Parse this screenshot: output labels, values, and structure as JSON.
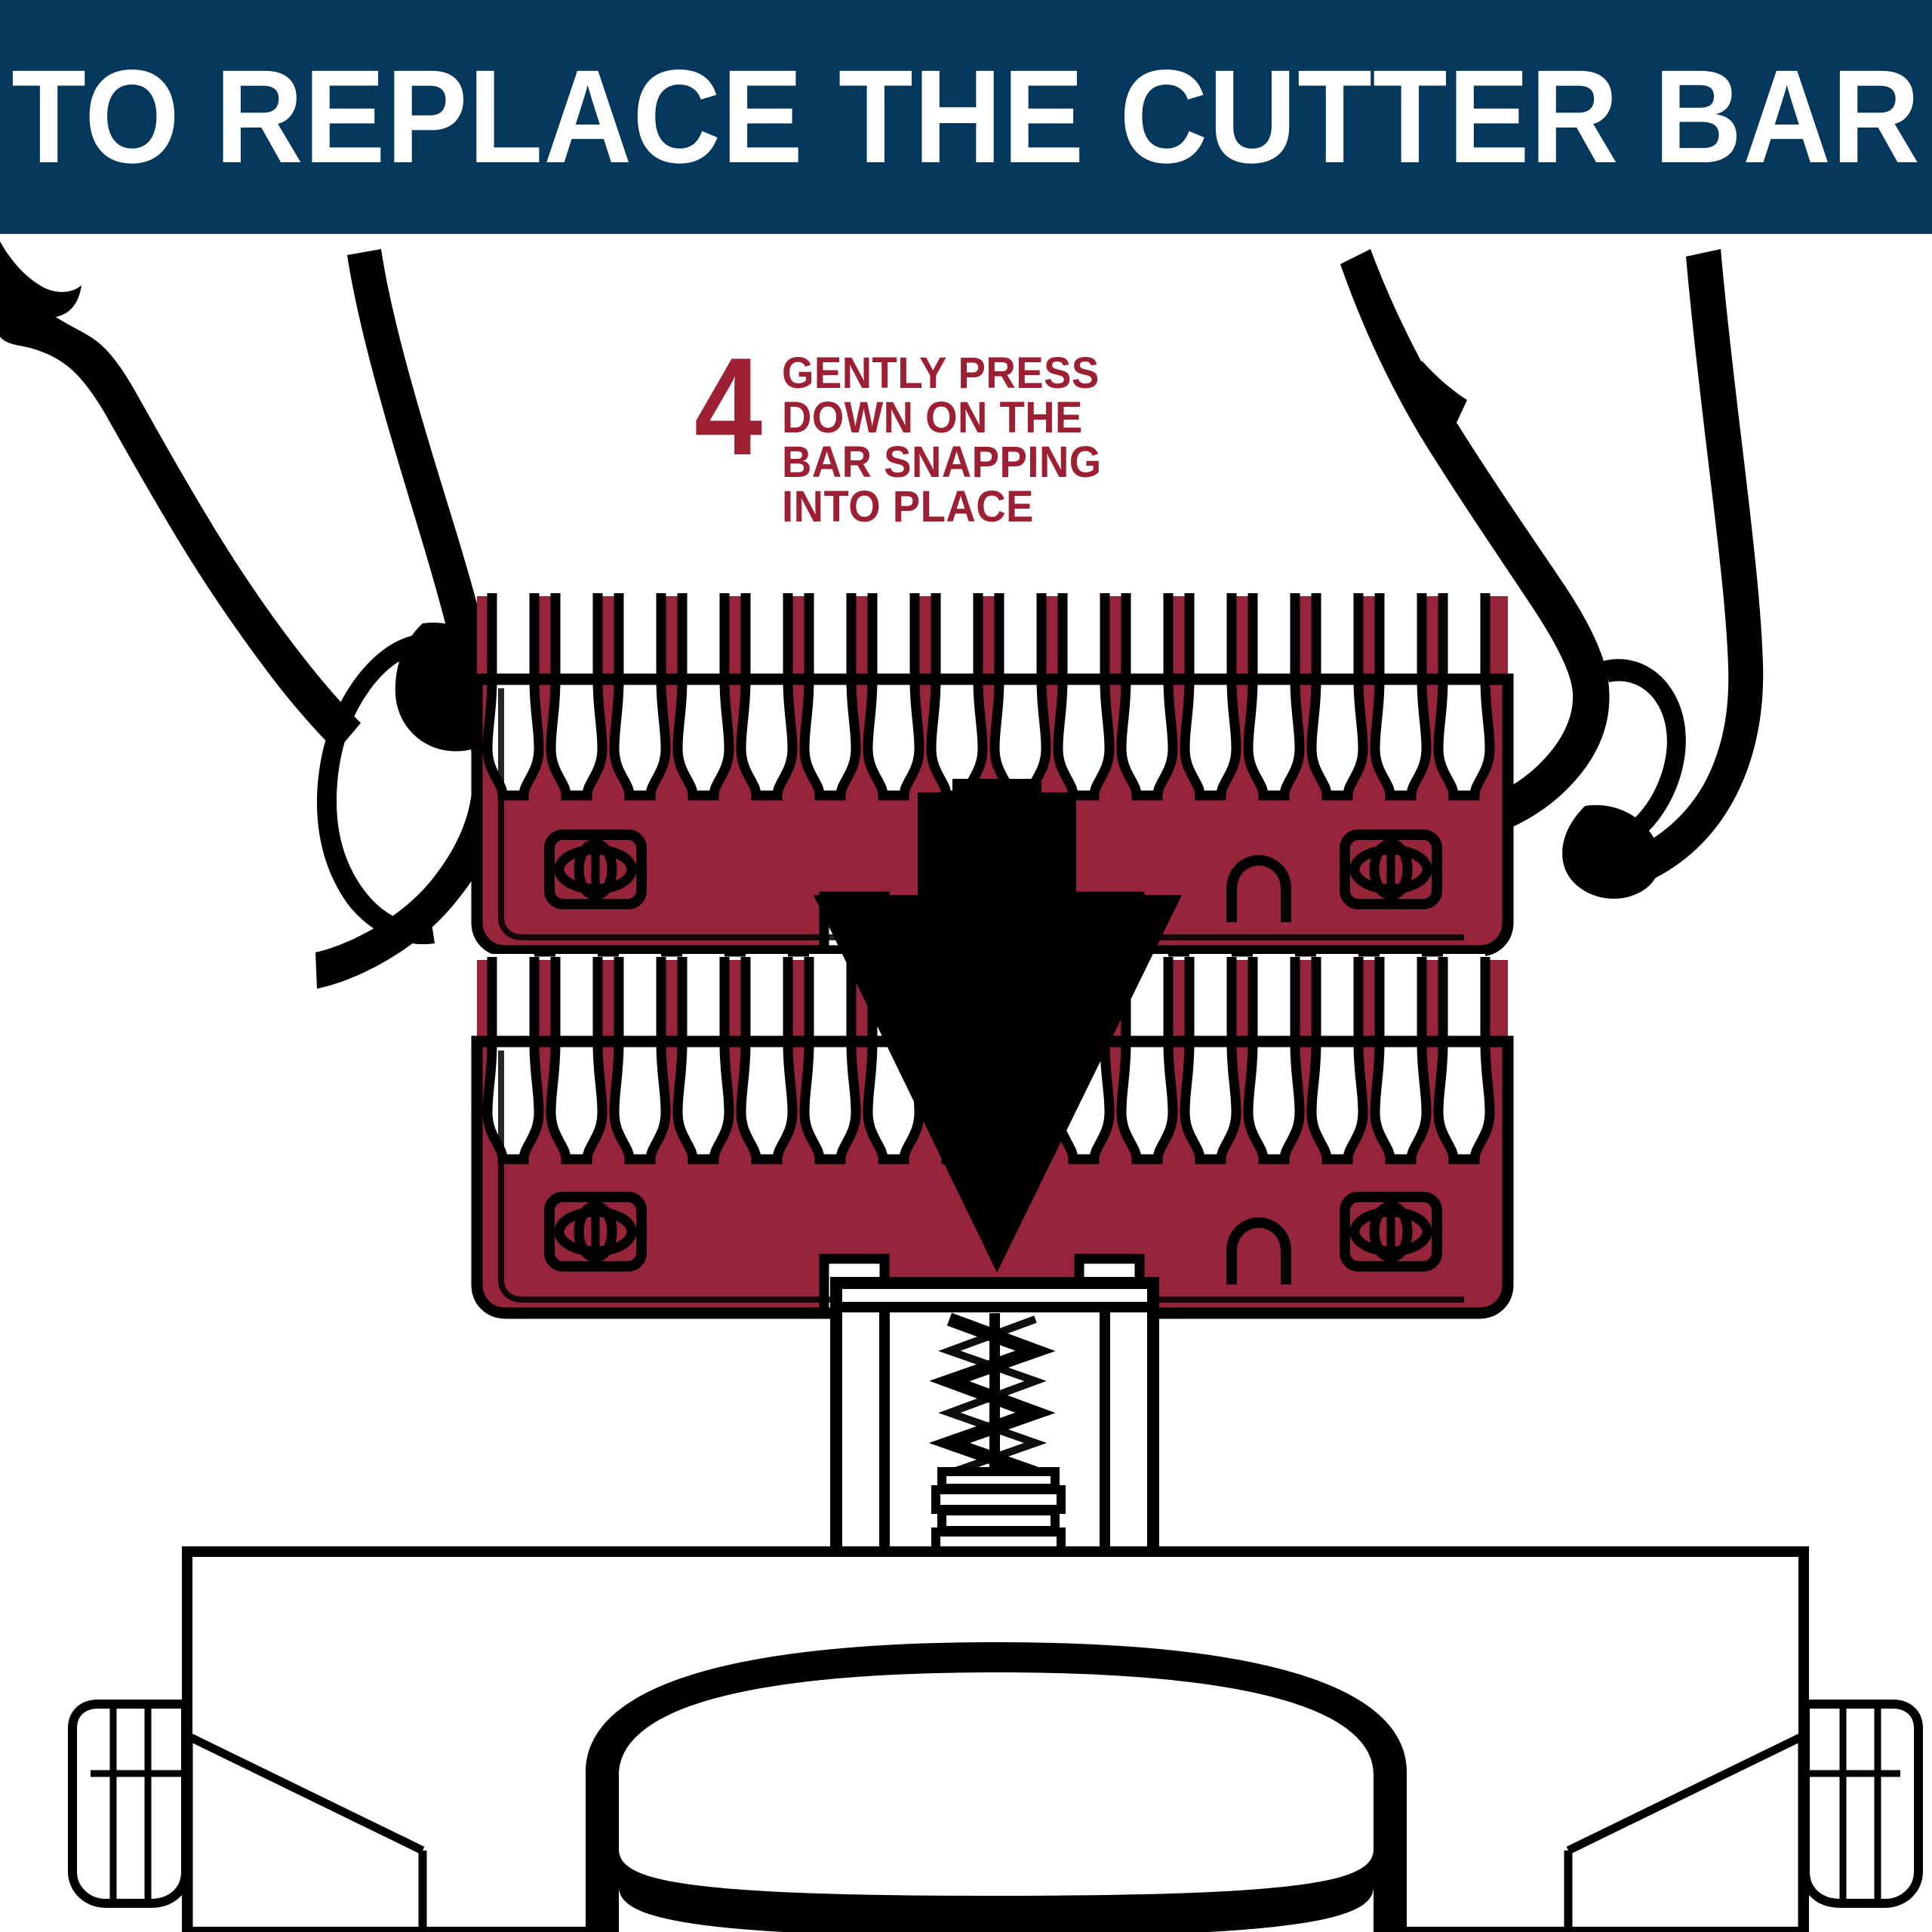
{
  "header": {
    "title": "TO REPLACE THE CUTTER BAR",
    "background_color": "#04375c",
    "text_color": "#ffffff"
  },
  "step": {
    "number": "4",
    "lines": [
      "GENTLY PRESS",
      "DOWN ON THE",
      "BAR SNAPPING",
      "INTO PLACE"
    ],
    "text_color": "#9c1f33"
  },
  "illustration": {
    "description": "Two hands pressing a red cutter bar down onto a trimmer head with a spring",
    "palette": {
      "blade_red": "#96243a",
      "outline_black": "#000000",
      "paper_white": "#ffffff"
    },
    "parts": [
      {
        "name": "left-hand-thumb",
        "label": "Left hand thumb"
      },
      {
        "name": "right-hand-fingers",
        "label": "Right hand fingers"
      },
      {
        "name": "upper-cutter-bar",
        "label": "Replacement cutter bar",
        "teeth_count": 16
      },
      {
        "name": "lower-cutter-bar",
        "label": "Seated cutter bar",
        "teeth_count": 16
      },
      {
        "name": "press-down-arrow",
        "label": "Press down arrow"
      },
      {
        "name": "spring-assembly",
        "label": "Blade spring"
      },
      {
        "name": "trimmer-body",
        "label": "Trimmer housing"
      }
    ]
  }
}
